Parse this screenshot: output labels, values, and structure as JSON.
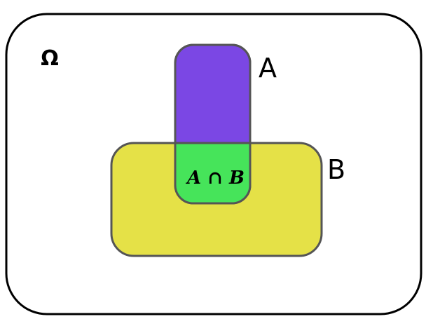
{
  "universe": {
    "label": "Ω"
  },
  "set_a": {
    "label": "A",
    "color": "#7b47e4"
  },
  "set_b": {
    "label": "B",
    "color": "#e5e147"
  },
  "intersection": {
    "label": "A ∩ B",
    "color": "#46e45a"
  },
  "colors": {
    "outline": "#555555",
    "universe_border": "#000000",
    "background": "#ffffff"
  }
}
